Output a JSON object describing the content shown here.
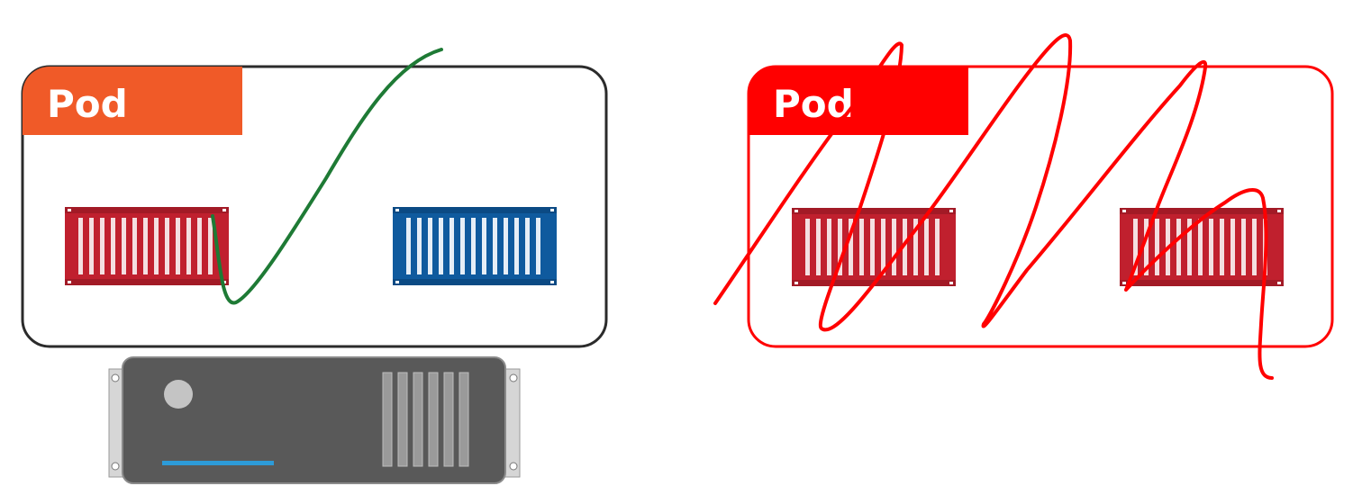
{
  "colors": {
    "background": "#ffffff",
    "pod_left_border": "#2b2b2b",
    "pod_left_header": "#f05a28",
    "pod_right_border": "#ff0000",
    "pod_right_header": "#ff0000",
    "container_red": "#c0202e",
    "container_blue": "#0f5a9e",
    "green_stroke": "#1e7a35",
    "red_scribble": "#ff0000",
    "server_body": "#595959",
    "server_rail": "#d0d0d0",
    "server_led": "#2d9bd8"
  },
  "pods": [
    {
      "label": "Pod",
      "status": "valid",
      "containers": [
        "red-container",
        "blue-container"
      ]
    },
    {
      "label": "Pod",
      "status": "crossed-out",
      "containers": [
        "red-container",
        "red-container"
      ]
    }
  ],
  "icons": [
    "shipping-container-icon",
    "server-rack-icon",
    "check-mark",
    "scribble-cross-out"
  ]
}
